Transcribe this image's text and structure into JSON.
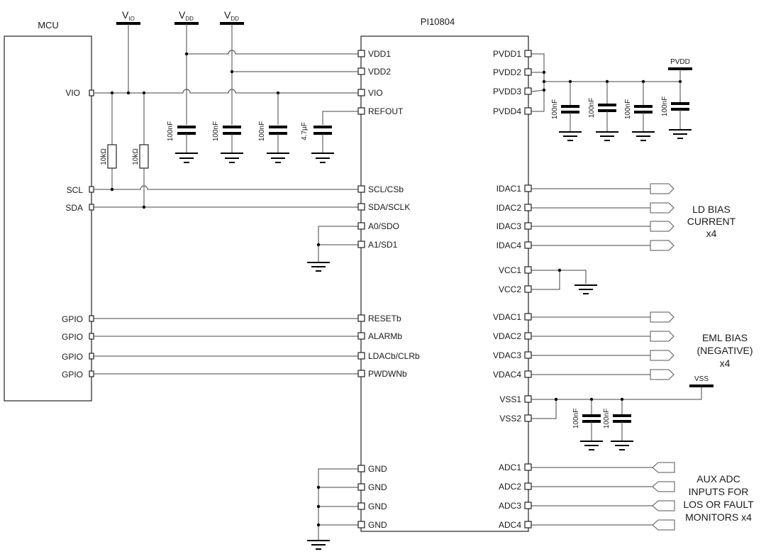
{
  "mcu": {
    "title": "MCU",
    "pins": [
      "VIO",
      "SCL",
      "SDA",
      "GPIO",
      "GPIO",
      "GPIO",
      "GPIO"
    ]
  },
  "supplies": {
    "vio": {
      "main": "V",
      "sub": "IO"
    },
    "vdd1": {
      "main": "V",
      "sub": "DD"
    },
    "vdd2": {
      "main": "V",
      "sub": "DD"
    },
    "pvdd": "PVDD",
    "vss": "VSS"
  },
  "chip": {
    "title": "PI10804",
    "left_pins": [
      "VDD1",
      "VDD2",
      "VIO",
      "REFOUT",
      "SCL/CSb",
      "SDA/SCLK",
      "A0/SDO",
      "A1/SD1",
      "RESETb",
      "ALARMb",
      "LDACb/CLRb",
      "PWDWNb",
      "GND",
      "GND",
      "GND",
      "GND"
    ],
    "right_pins": [
      "PVDD1",
      "PVDD2",
      "PVDD3",
      "PVDD4",
      "IDAC1",
      "IDAC2",
      "IDAC3",
      "IDAC4",
      "VCC1",
      "VCC2",
      "VDAC1",
      "VDAC2",
      "VDAC3",
      "VDAC4",
      "VSS1",
      "VSS2",
      "ADC1",
      "ADC2",
      "ADC3",
      "ADC4"
    ]
  },
  "components": {
    "resistors": [
      "10kΩ",
      "10kΩ"
    ],
    "caps_left": [
      "100nF",
      "100nF",
      "100nF",
      "4.7µF"
    ],
    "caps_pvdd": [
      "100nF",
      "100nF",
      "100nF",
      "100nF"
    ],
    "caps_vss": [
      "100nF",
      "100nF"
    ]
  },
  "annotations": {
    "ld_bias": [
      "LD BIAS",
      "CURRENT",
      "x4"
    ],
    "eml_bias": [
      "EML BIAS",
      "(NEGATIVE)",
      "x4"
    ],
    "aux_adc": [
      "AUX ADC",
      "INPUTS FOR",
      "LOS OR FAULT",
      "MONITORS x4"
    ]
  }
}
